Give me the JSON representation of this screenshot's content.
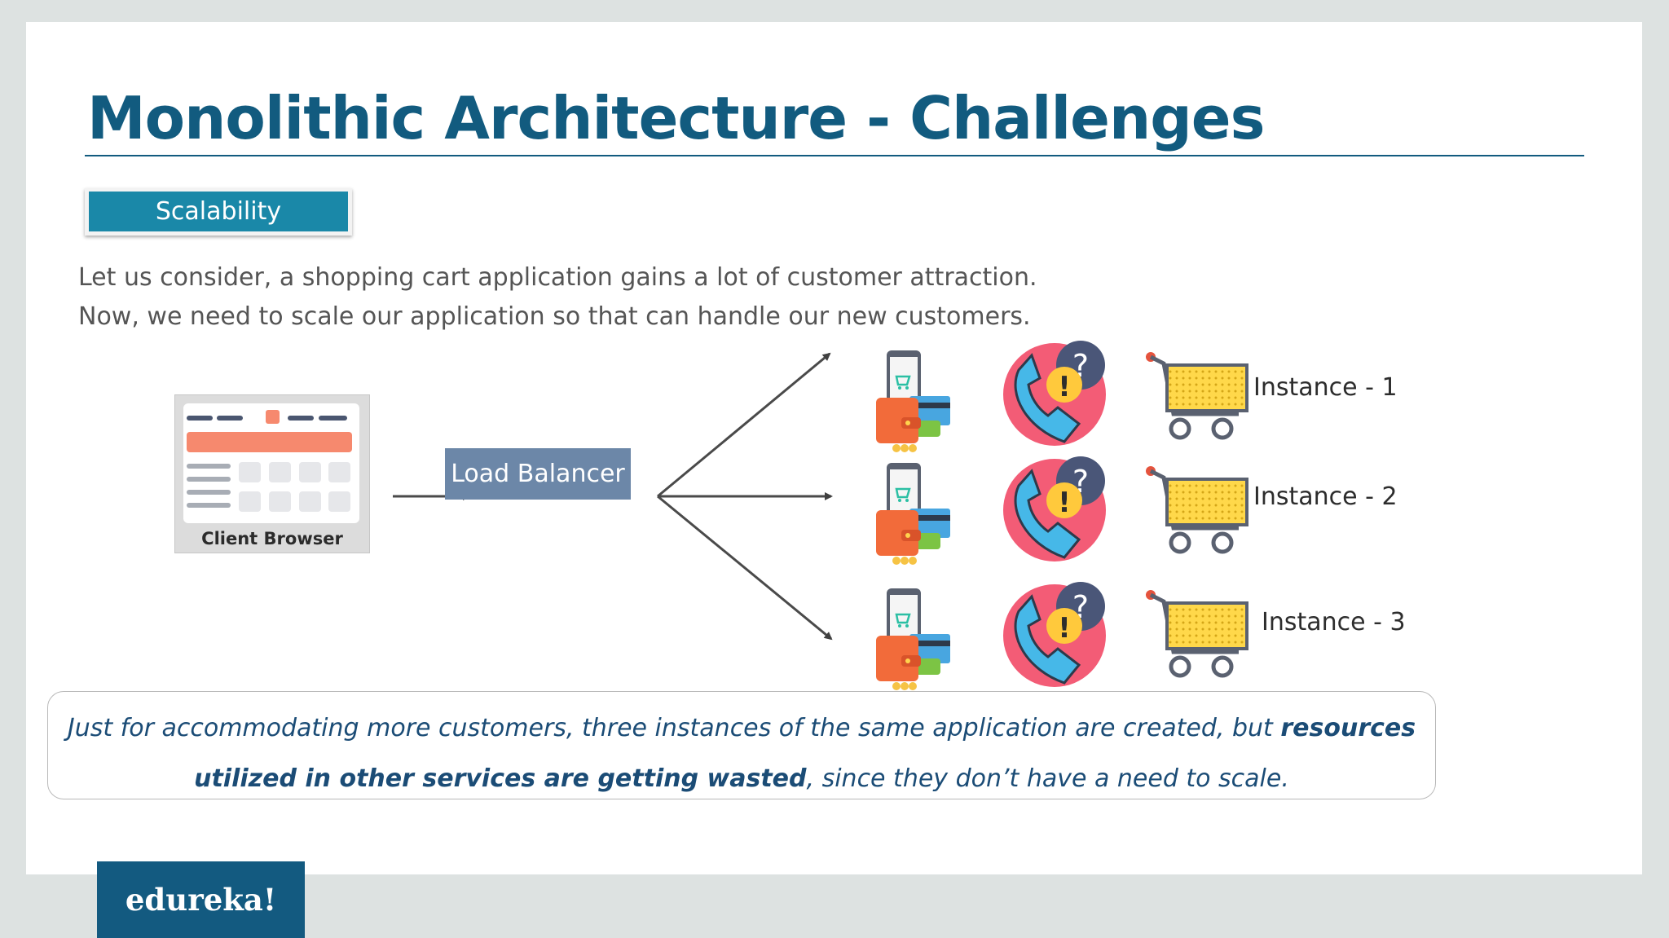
{
  "slide": {
    "title": "Monolithic Architecture - Challenges",
    "badge": "Scalability",
    "intro_line1": "Let us consider,  a shopping cart application gains a lot of customer attraction.",
    "intro_line2": "Now, we need to scale our application so that can handle our new customers."
  },
  "diagram": {
    "client_label": "Client Browser",
    "load_balancer_label": "Load Balancer",
    "instances": [
      {
        "label": "Instance - 1"
      },
      {
        "label": "Instance - 2"
      },
      {
        "label": "Instance - 3"
      }
    ],
    "icons": [
      "browser-icon",
      "mobile-wallet-icon",
      "support-call-icon",
      "shopping-cart-icon"
    ]
  },
  "note": {
    "part1": "Just for accommodating more customers, three instances of the same application are created, but ",
    "bold": "resources utilized in other services are getting wasted",
    "part2": ", since they don’t have a need to scale."
  },
  "footer": {
    "logo": "edureka!"
  },
  "colors": {
    "title": "#125b7f",
    "badge": "#1a88a8",
    "load_balancer": "#6c87a8",
    "note_text": "#1b4c76",
    "logo_bg": "#135a80"
  }
}
